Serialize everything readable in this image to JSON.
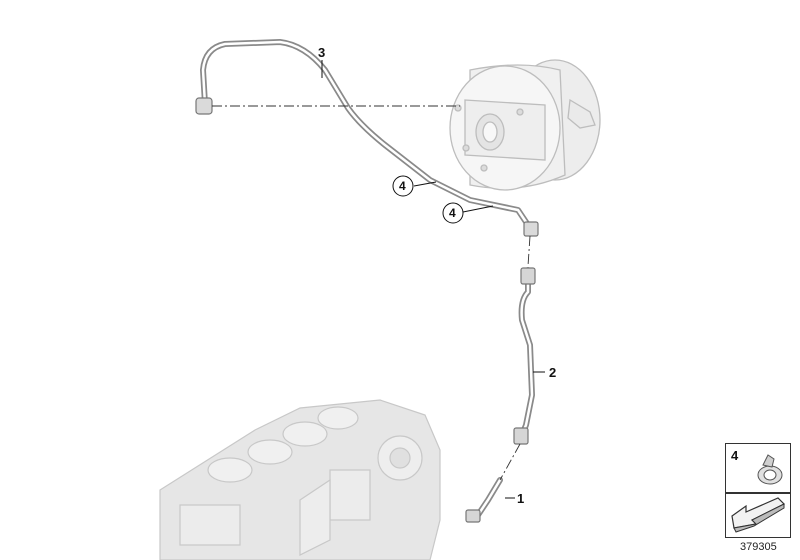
{
  "callouts": {
    "part_1": "1",
    "part_2": "2",
    "part_3": "3",
    "part_4a": "4",
    "part_4b": "4"
  },
  "legend": {
    "item_number": "4"
  },
  "document_id": "379305",
  "colors": {
    "line": "#222222",
    "ghost_part": "#d9d9d9",
    "ghost_part_edge": "#c2c2c2",
    "booster_fill": "#f2f2f2",
    "booster_edge": "#bdbdbd"
  }
}
